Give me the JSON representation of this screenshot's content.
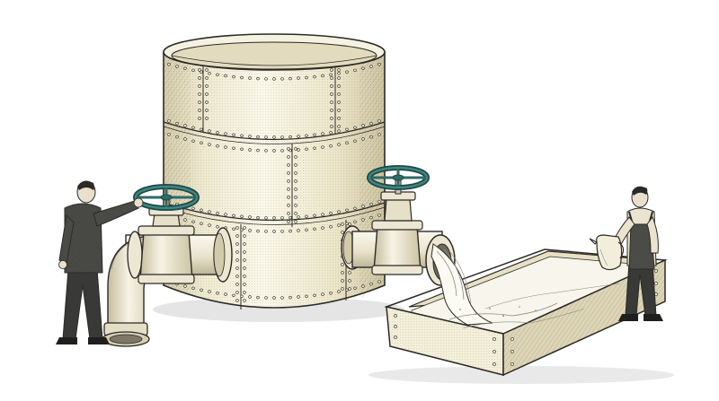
{
  "illustration": {
    "style": "engraved line illustration",
    "subjects": [
      "riveted-storage-tank",
      "left-gate-valve",
      "right-gate-valve",
      "left-outlet-pipe",
      "right-outlet-spout",
      "water-stream",
      "open-trough",
      "worker-turning-valve",
      "worker-with-pitcher"
    ]
  },
  "palette": {
    "background": "#ffffff",
    "ink": "#2b2a26",
    "tank_cream": "#f1ecd4",
    "tank_shadow": "#d8d0ad",
    "tank_light": "#fbf8ea",
    "metal": "#ece7d3",
    "metal_shadow": "#bdb596",
    "wheel_teal": "#2f6a66",
    "wheel_teal_dark": "#1f4946",
    "trough_cream": "#f4efd9",
    "trough_shadow": "#d6ceaf",
    "water": "#f7f5ec",
    "water_line": "#8f8a78",
    "figure_dark": "#3a3a38",
    "figure_mid": "#5b5b57",
    "skin": "#e8dfcc"
  }
}
